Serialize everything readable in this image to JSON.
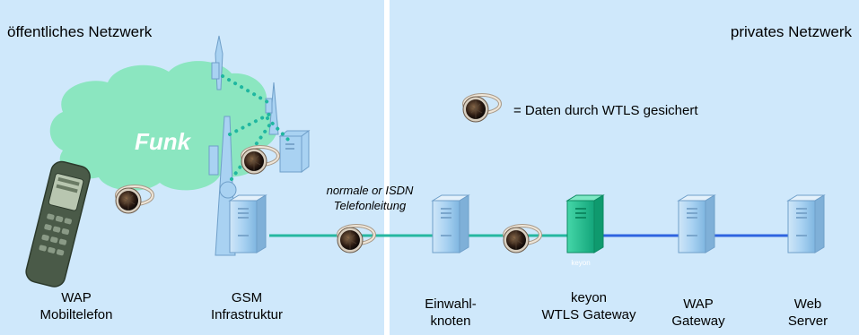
{
  "regions": {
    "public_title": "öffentliches Netzwerk",
    "private_title": "privates Netzwerk"
  },
  "cloud": {
    "label": "Funk",
    "color": "#8be6c0"
  },
  "legend": {
    "text": "= Daten durch  WTLS gesichert"
  },
  "link": {
    "label_line1": "normale or ISDN",
    "label_line2": "Telefonleitung"
  },
  "nodes": {
    "phone": {
      "line1": "WAP",
      "line2": "Mobiltelefon"
    },
    "gsm": {
      "line1": "GSM",
      "line2": "Infrastruktur"
    },
    "dialin": {
      "line1": "Einwahl-",
      "line2": "knoten"
    },
    "keyon": {
      "line1": "keyon",
      "line2": "WTLS Gateway",
      "badge": "keyon"
    },
    "wapgw": {
      "line1": "WAP",
      "line2": "Gateway"
    },
    "web": {
      "line1": "Web",
      "line2": "Server"
    }
  },
  "colors": {
    "background": "#cfe8fb",
    "server": "#a9d2f2",
    "keyon_server": "#1fbf8f",
    "green_line": "#26b7a0",
    "blue_line": "#2f63e0"
  }
}
